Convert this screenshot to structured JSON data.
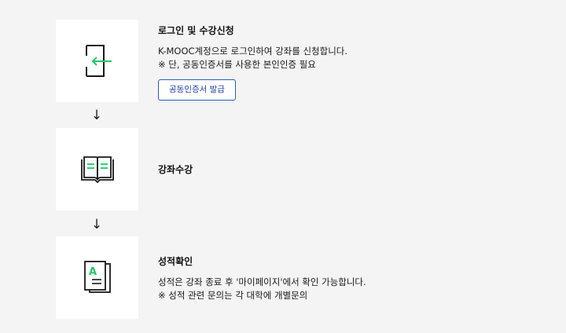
{
  "steps": [
    {
      "icon": "login-door-icon",
      "title": "로그인 및 수강신청",
      "lines": [
        "K-MOOC계정으로 로그인하여 강좌를 신청합니다.",
        "※ 단, 공동인증서를 사용한 본인인증 필요"
      ],
      "button_label": "공동인증서 발급"
    },
    {
      "icon": "open-book-icon",
      "title": "강좌수강"
    },
    {
      "icon": "grade-report-icon",
      "icon_letter": "A",
      "title": "성적확인",
      "lines": [
        "성적은 강좌 종료 후 '마이페이지'에서 확인 가능합니다.",
        "※ 성적 관련 문의는 각 대학에 개별문의"
      ]
    }
  ],
  "arrow_glyph": "↓",
  "colors": {
    "accent_green": "#1fc86a",
    "button_blue": "#2b59c3",
    "background": "#f4f4f4"
  }
}
